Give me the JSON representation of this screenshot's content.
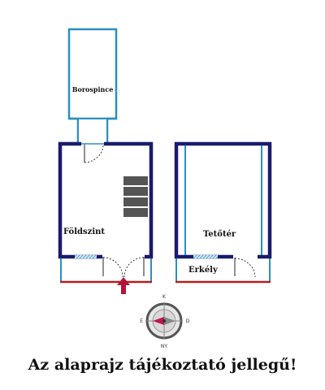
{
  "rooms": {
    "cellar": "Borospince",
    "ground_floor": "Földszint",
    "attic": "Tetőtér",
    "balcony": "Erkély"
  },
  "compass": {
    "north": "K",
    "south": "NY",
    "west": "É",
    "east": "D"
  },
  "footer_note": "Az alaprajz tájékoztató jellegű!",
  "colors": {
    "outer_wall": "#1a1a6e",
    "inner_wall": "#2b8fc0",
    "terrace_line": "#b02020",
    "entrance_arrow": "#b3153a",
    "stairs": "#555555",
    "window_fill": "#9fd3ec"
  },
  "icons": {
    "compass": "compass-rose-icon",
    "entrance": "entrance-arrow-icon",
    "stairs": "stairs-icon"
  }
}
